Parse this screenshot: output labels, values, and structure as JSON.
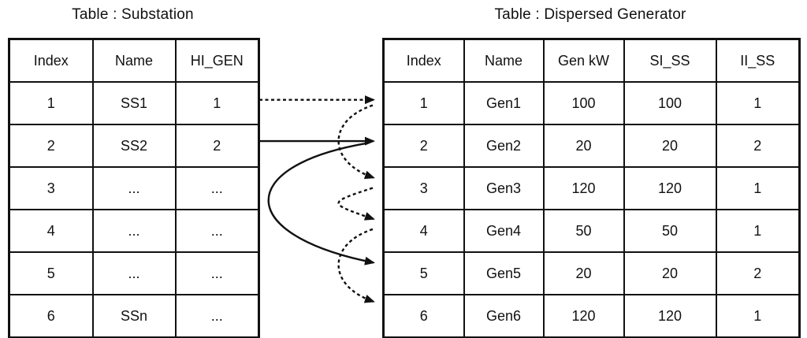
{
  "substation_table": {
    "title": "Table : Substation",
    "columns": [
      "Index",
      "Name",
      "HI_GEN"
    ],
    "rows": [
      [
        "1",
        "SS1",
        "1"
      ],
      [
        "2",
        "SS2",
        "2"
      ],
      [
        "3",
        "...",
        "..."
      ],
      [
        "4",
        "...",
        "..."
      ],
      [
        "5",
        "...",
        "..."
      ],
      [
        "6",
        "SSn",
        "..."
      ]
    ]
  },
  "generator_table": {
    "title": "Table : Dispersed Generator",
    "columns": [
      "Index",
      "Name",
      "Gen kW",
      "SI_SS",
      "II_SS"
    ],
    "rows": [
      [
        "1",
        "Gen1",
        "100",
        "100",
        "1"
      ],
      [
        "2",
        "Gen2",
        "20",
        "20",
        "2"
      ],
      [
        "3",
        "Gen3",
        "120",
        "120",
        "1"
      ],
      [
        "4",
        "Gen4",
        "50",
        "50",
        "1"
      ],
      [
        "5",
        "Gen5",
        "20",
        "20",
        "2"
      ],
      [
        "6",
        "Gen6",
        "120",
        "120",
        "1"
      ]
    ]
  },
  "links": [
    {
      "name": "ss1-higen-to-gen1",
      "style": "dashed",
      "type": "horizontal",
      "from_row": 1,
      "to_row": 1
    },
    {
      "name": "ss2-higen-to-gen2",
      "style": "solid",
      "type": "horizontal",
      "from_row": 2,
      "to_row": 2
    },
    {
      "name": "gen1-next-to-gen3",
      "style": "dashed",
      "type": "arc",
      "from_row": 1,
      "to_row": 3
    },
    {
      "name": "gen3-next-to-gen4",
      "style": "dashed",
      "type": "arc",
      "from_row": 3,
      "to_row": 4
    },
    {
      "name": "gen4-next-to-gen6",
      "style": "dashed",
      "type": "arc",
      "from_row": 4,
      "to_row": 6
    },
    {
      "name": "gen2-next-to-gen5",
      "style": "solid",
      "type": "arc",
      "from_row": 2,
      "to_row": 5
    }
  ],
  "colors": {
    "line": "#111111",
    "text": "#111111",
    "background": "#ffffff"
  }
}
